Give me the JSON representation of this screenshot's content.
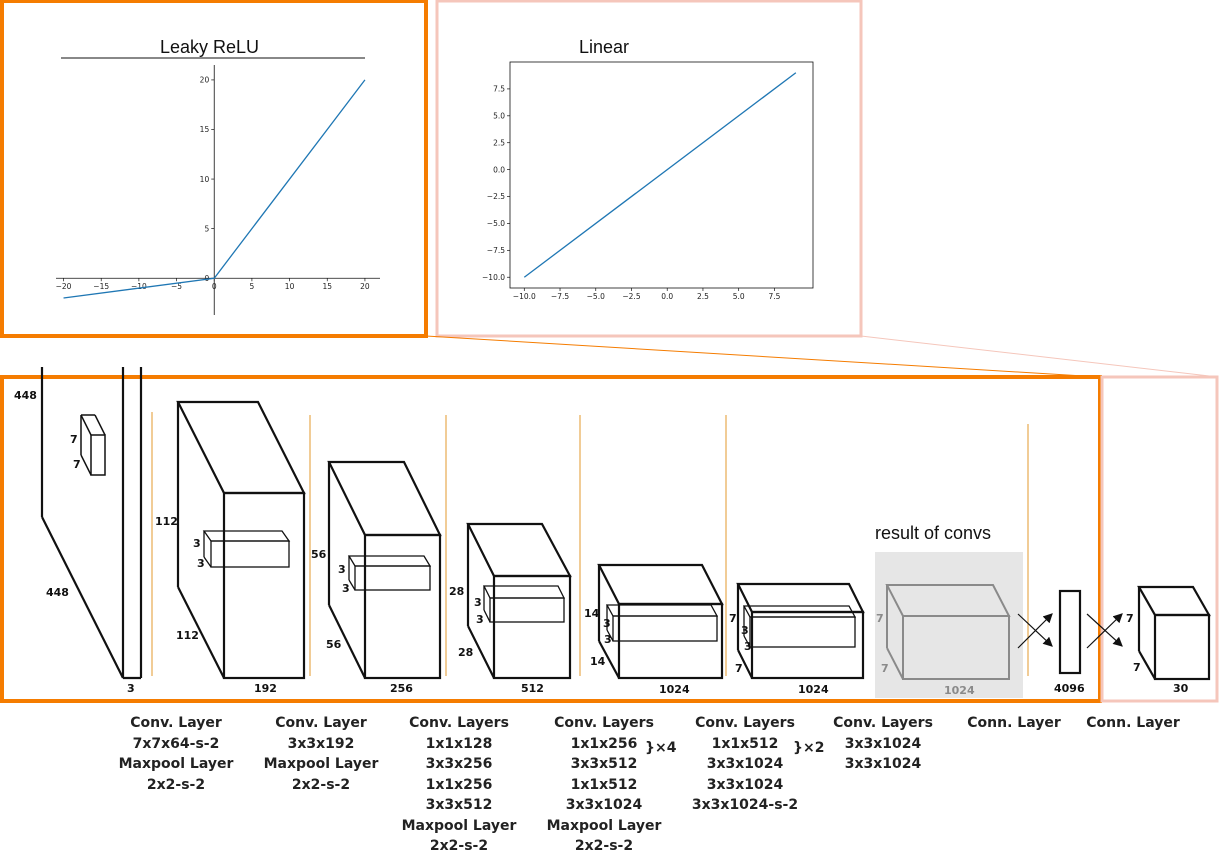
{
  "colors": {
    "highlight_orange": "#f57c00",
    "highlight_pink": "#f5c6bb",
    "series": "#1f77b4",
    "gray_box": "#e6e6e6"
  },
  "chart_data": [
    {
      "type": "line",
      "title": "Leaky ReLU",
      "x": [
        -20,
        0,
        20
      ],
      "y": [
        -2,
        0,
        20
      ],
      "xlim": [
        -21,
        22
      ],
      "ylim": [
        -2.5,
        21
      ],
      "xticks": [
        -20,
        -15,
        -10,
        -5,
        0,
        5,
        10,
        15,
        20
      ],
      "xtick_labels": [
        "−20",
        "−15",
        "−10",
        "−5",
        "0",
        "5",
        "10",
        "15",
        "20"
      ],
      "yticks": [
        0,
        5,
        10,
        15,
        20
      ],
      "ytick_labels": [
        "0",
        "5",
        "10",
        "15",
        "20"
      ],
      "axes_style": "centered spines",
      "grid": false
    },
    {
      "type": "line",
      "title": "Linear",
      "x": [
        -10,
        9
      ],
      "y": [
        -10,
        9
      ],
      "xlim": [
        -11,
        10.2
      ],
      "ylim": [
        -11,
        10
      ],
      "xticks": [
        -10,
        -7.5,
        -5,
        -2.5,
        0,
        2.5,
        5,
        7.5
      ],
      "xtick_labels": [
        "−10.0",
        "−7.5",
        "−5.0",
        "−2.5",
        "0.0",
        "2.5",
        "5.0",
        "7.5"
      ],
      "yticks": [
        -10,
        -7.5,
        -5,
        -2.5,
        0,
        2.5,
        5,
        7.5
      ],
      "ytick_labels": [
        "−10.0",
        "−7.5",
        "−5.0",
        "−2.5",
        "0.0",
        "2.5",
        "5.0",
        "7.5"
      ],
      "axes_style": "box",
      "grid": false
    }
  ],
  "diagram": {
    "result_label": "result of convs",
    "dims": {
      "in_448_top": "448",
      "in_448_diag": "448",
      "in_3": "3",
      "k1_a": "7",
      "k1_b": "7",
      "s2_112_side": "112",
      "s2_112_diag": "112",
      "s2_192": "192",
      "k2_a": "3",
      "k2_b": "3",
      "s3_56_side": "56",
      "s3_56_diag": "56",
      "s3_256": "256",
      "k3_a": "3",
      "k3_b": "3",
      "s4_28_side": "28",
      "s4_28_diag": "28",
      "s4_512": "512",
      "k4_a": "3",
      "k4_b": "3",
      "s5_14_side": "14",
      "s5_14_diag": "14",
      "s5_1024": "1024",
      "k5_a": "3",
      "k5_b": "3",
      "s6_7_side": "7",
      "s6_7_diag": "7",
      "s6_1024": "1024",
      "k6_a": "3",
      "k6_b": "3",
      "s7_7_side": "7",
      "s7_7_diag": "7",
      "s7_1024": "1024",
      "fc_4096": "4096",
      "out_7_side": "7",
      "out_7_diag": "7",
      "out_30": "30"
    },
    "captions": [
      [
        "Conv. Layer",
        "7x7x64-s-2",
        "Maxpool Layer",
        "2x2-s-2"
      ],
      [
        "Conv. Layer",
        "3x3x192",
        "Maxpool Layer",
        "2x2-s-2"
      ],
      [
        "Conv. Layers",
        "1x1x128",
        "3x3x256",
        "1x1x256",
        "3x3x512",
        "Maxpool Layer",
        "2x2-s-2"
      ],
      [
        "Conv. Layers",
        "1x1x256",
        "3x3x512",
        "1x1x512",
        "3x3x1024",
        "Maxpool Layer",
        "2x2-s-2"
      ],
      [
        "Conv. Layers",
        "1x1x512",
        "3x3x1024",
        "3x3x1024",
        "3x3x1024-s-2"
      ],
      [
        "Conv. Layers",
        "3x3x1024",
        "3x3x1024"
      ],
      [
        "Conn. Layer"
      ],
      [
        "Conn. Layer"
      ]
    ],
    "repeat_4": "}×4",
    "repeat_2": "}×2"
  }
}
